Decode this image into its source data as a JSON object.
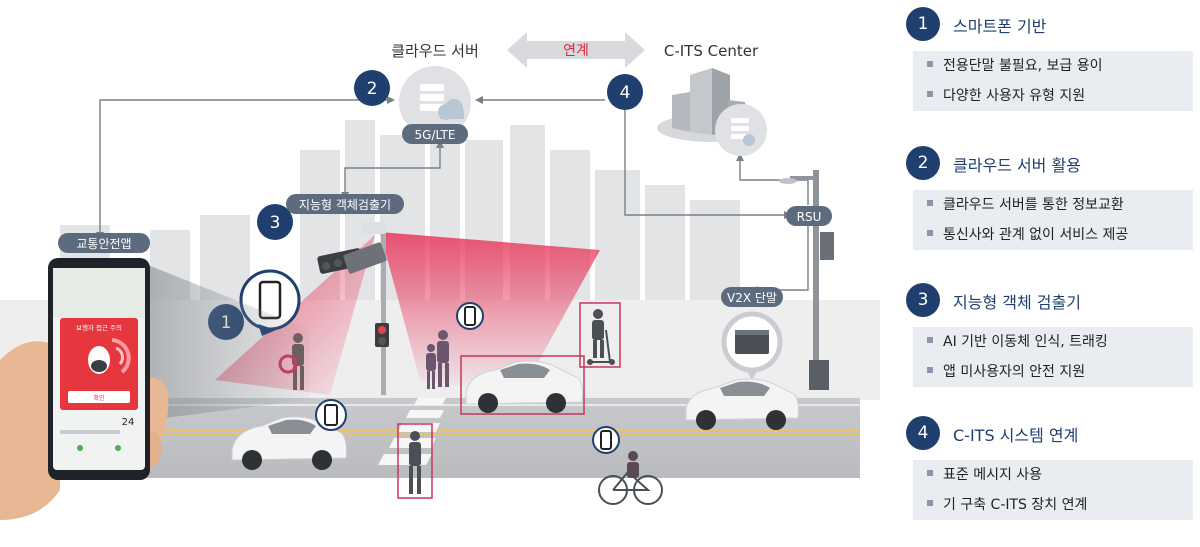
{
  "scene": {
    "cloud_server_label": "클라우드 서버",
    "link_label": "연계",
    "cits_center_label": "C-ITS Center",
    "network_label": "5G/LTE",
    "detector_label": "지능형 객체검출기",
    "rsu_label": "RSU",
    "v2x_label": "V2X 단말",
    "app_label": "교통안전앱",
    "badges": [
      "1",
      "2",
      "3",
      "4"
    ],
    "phone": {
      "alert_title": "보행자 접근 주의",
      "confirm_label": "확인",
      "count": "24"
    }
  },
  "panel": {
    "sections": [
      {
        "num": "1",
        "title": "스마트폰 기반",
        "items": [
          "전용단말 불필요, 보급 용이",
          "다양한 사용자 유형 지원"
        ]
      },
      {
        "num": "2",
        "title": "클라우드 서버 활용",
        "items": [
          "클라우드 서버를 통한 정보교환",
          "통신사와 관계 없이 서비스 제공"
        ]
      },
      {
        "num": "3",
        "title": "지능형 객체 검출기",
        "items": [
          "AI 기반 이동체 인식, 트래킹",
          "앱 미사용자의 안전 지원"
        ]
      },
      {
        "num": "4",
        "title": "C-ITS 시스템 연계",
        "items": [
          "표준 메시지 사용",
          "기 구축 C-ITS 장치 연계"
        ]
      }
    ]
  },
  "colors": {
    "navy": "#1f3f6e",
    "link_red": "#e0263a",
    "detection": "#e8365a",
    "panel_bg": "#e9ecf0"
  }
}
